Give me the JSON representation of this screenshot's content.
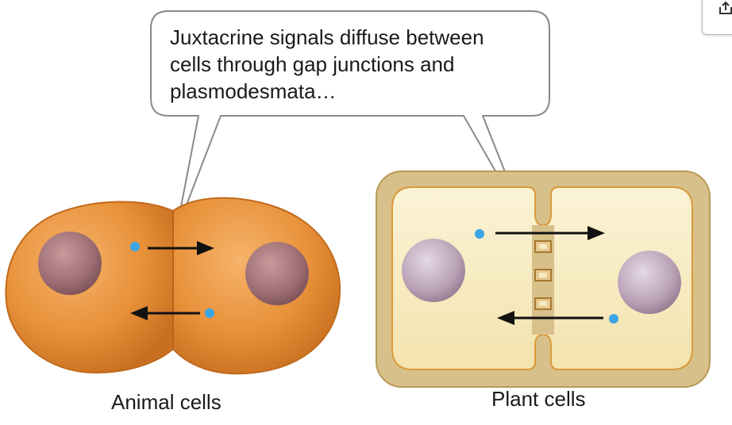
{
  "callout": {
    "lines": [
      "Juxtacrine signals diffuse between",
      "cells through gap junctions and",
      "plasmodesmata…"
    ]
  },
  "labels": {
    "animal": "Animal cells",
    "plant": "Plant cells"
  },
  "icons": [
    "arrow-right-icon",
    "arrow-left-icon",
    "signal-molecule-icon",
    "export-icon"
  ],
  "colors": {
    "animal_cell": "#e8913a",
    "animal_nucleus": "#9a6b70",
    "plant_wall": "#d8c08a",
    "plant_cytoplasm": "#f7eac0",
    "plant_nucleus": "#b7a0b4",
    "signal": "#3aa6e6",
    "arrow": "#111111"
  }
}
